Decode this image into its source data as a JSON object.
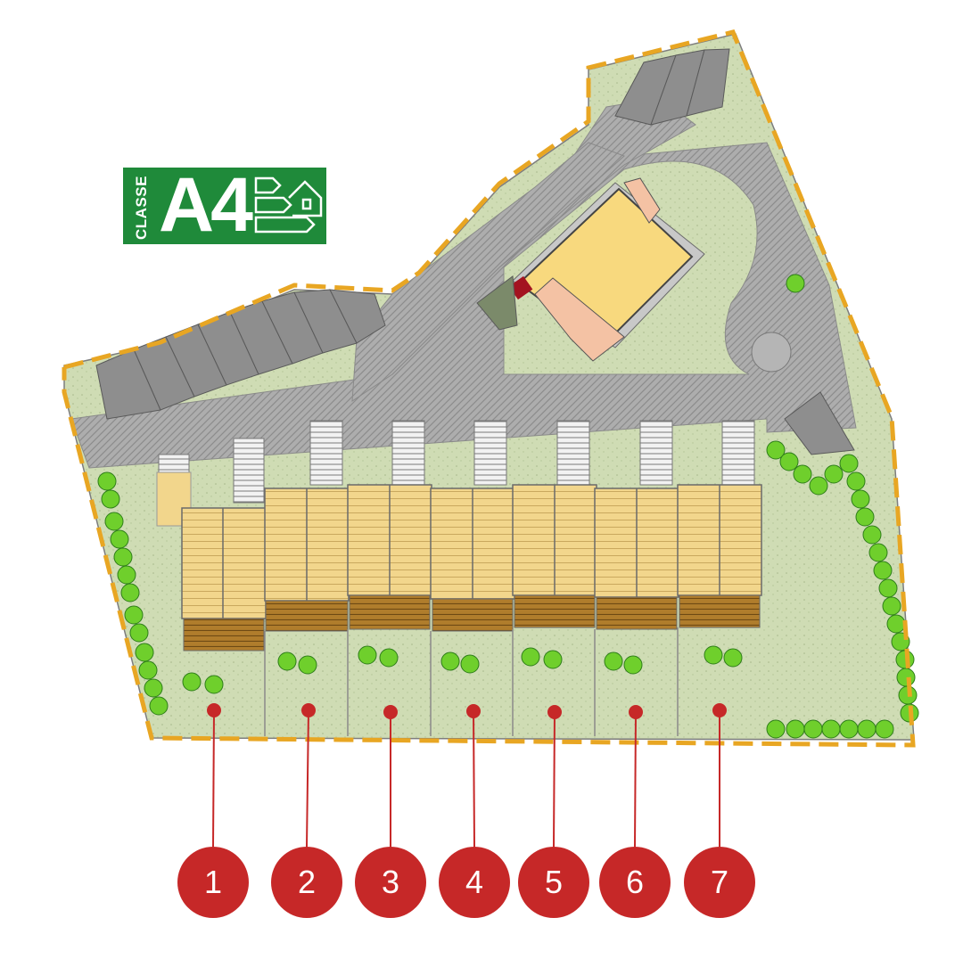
{
  "badge": {
    "classe": "CLASSE",
    "grade": "A4"
  },
  "units": [
    {
      "label": "1"
    },
    {
      "label": "2"
    },
    {
      "label": "3"
    },
    {
      "label": "4"
    },
    {
      "label": "5"
    },
    {
      "label": "6"
    },
    {
      "label": "7"
    }
  ],
  "colors": {
    "lawn": "#cfdcb4",
    "road": "#a9a9a9",
    "parking": "#8d8d8d",
    "house_roof": "#f2d68c",
    "deck": "#a8782a",
    "boundary": "#e8a623",
    "shrub": "#6fcf2c",
    "marker": "#c62828",
    "badge": "#1f8a3a",
    "building": "#f8d97e",
    "building_annex": "#f4c2a4"
  }
}
